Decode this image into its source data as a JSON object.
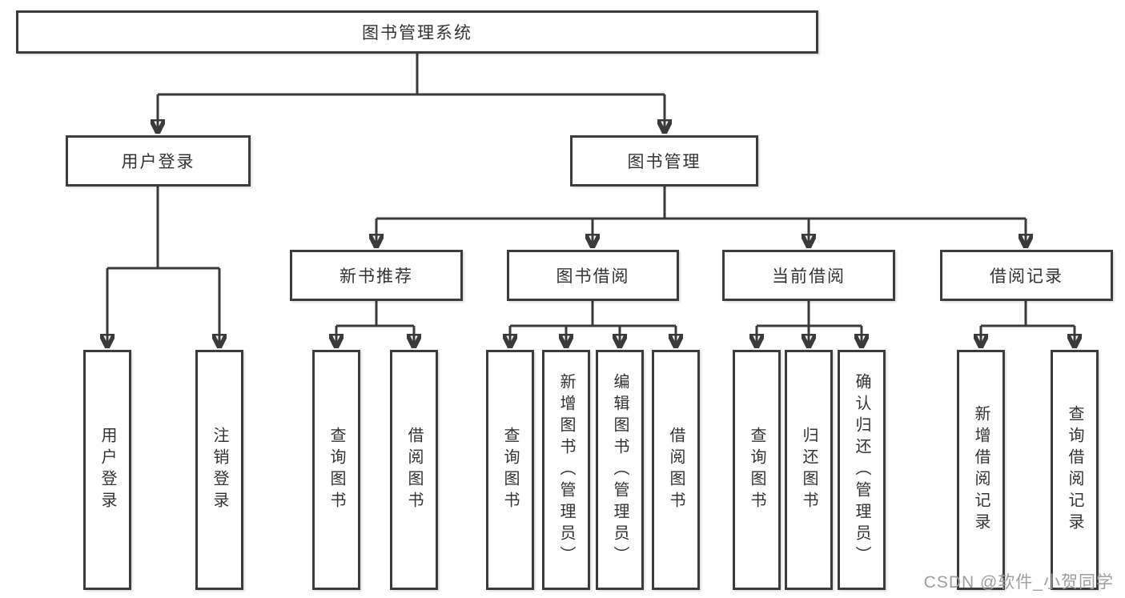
{
  "diagram_title": "图书管理系统",
  "colors": {
    "line": "#3a3a3a",
    "box_border": "#3c3c3c",
    "text": "#333333",
    "watermark_text": "#9e9e9e",
    "background": "#ffffff"
  },
  "tree": {
    "root": {
      "label": "图书管理系统"
    },
    "branches": [
      {
        "label": "用户登录",
        "children": [
          {
            "label": "用户登录"
          },
          {
            "label": "注销登录"
          }
        ]
      },
      {
        "label": "图书管理",
        "children": [
          {
            "label": "新书推荐",
            "children": [
              {
                "label": "查询图书"
              },
              {
                "label": "借阅图书"
              }
            ]
          },
          {
            "label": "图书借阅",
            "children": [
              {
                "label": "查询图书"
              },
              {
                "label": "新增图书（管理员）"
              },
              {
                "label": "编辑图书（管理员）"
              },
              {
                "label": "借阅图书"
              }
            ]
          },
          {
            "label": "当前借阅",
            "children": [
              {
                "label": "查询图书"
              },
              {
                "label": "归还图书"
              },
              {
                "label": "确认归还（管理员）"
              }
            ]
          },
          {
            "label": "借阅记录",
            "children": [
              {
                "label": "新增借阅记录"
              },
              {
                "label": "查询借阅记录"
              }
            ]
          }
        ]
      }
    ]
  },
  "watermark": {
    "text": "CSDN @软件_小贺同学"
  }
}
